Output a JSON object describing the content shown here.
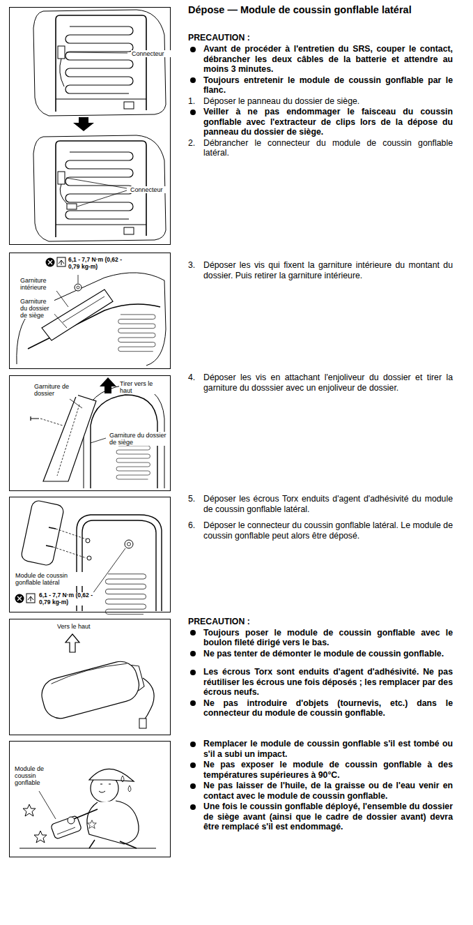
{
  "diagram": {
    "title": "Dépose — Module de coussin gonflable latéral",
    "nodes": [
      {
        "text": [
          "Connecteur",
          "Connecteur"
        ]
      },
      {
        "text": [
          "6,1 - 7,7 N·m (0,62 - 0,79 kg-m)",
          "Garniture intérieure",
          "Garniture du dossier de siège"
        ]
      },
      {
        "text": [
          "Garniture de dossier",
          "Tirer vers le haut",
          "Garniture du dossier de siège"
        ]
      },
      {
        "text": [
          "Module de coussin gonflable latéral",
          "6,1 - 7,7 N·m (0,62 - 0,79 kg-m)"
        ]
      },
      {
        "text": [
          "Vers le haut"
        ]
      },
      {
        "text": [
          "Module de coussin gonflable"
        ]
      }
    ],
    "labels": [
      "PRECAUTION :",
      "Avant de procéder à l'entretien du SRS, couper le contact, débrancher les deux câbles de la batterie et attendre au moins 3 minutes.",
      "Toujours entretenir le module de coussin gonflable par le flanc.",
      "1.",
      "Déposer le panneau du dossier de siège.",
      "Veiller à ne pas endommager le faisceau du coussin gonflable avec l'extracteur de clips lors de la dépose du panneau du dossier de siège.",
      "2.",
      "Débrancher le connecteur du module de coussin gonflable latéral.",
      "3.",
      "Déposer les vis qui fixent la garniture intérieure du montant du dossier. Puis retirer la garniture intérieure.",
      "4.",
      "Déposer les vis en attachant l'enjoliveur du dossier et tirer la garniture du dosssier avec un enjoliveur de dossier.",
      "5.",
      "Déposer les écrous Torx enduits d'agent d'adhésivité du module de coussin gonflable latéral.",
      "6.",
      "Déposer le connecteur du coussin gonflable latéral. Le module de coussin gonflable peut alors être déposé.",
      "PRECAUTION :",
      "Toujours poser le module de coussin gonflable avec le boulon fileté dirigé vers le bas.",
      "Ne pas tenter de démonter le module de coussin gonflable.",
      "Les écrous Torx sont enduits d'agent d'adhésivité. Ne pas réutiliser les écrous une fois déposés ; les remplacer par des écrous neufs.",
      "Ne pas introduire d'objets (tournevis, etc.) dans le connecteur du module de coussin gonflable.",
      "Remplacer le module de coussin gonflable s'il est tombé ou s'il a subi un impact.",
      "Ne pas exposer le module de coussin gonflable à des températures supérieures à 90°C.",
      "Ne pas laisser de l'huile, de la graisse ou de l'eau venir en contact avec le module de coussin gonflable.",
      "Une fois le coussin gonflable déployé, l'ensemble du dossier de siège avant (ainsi que le cadre de dossier avant) devra être remplacé s'il est endommagé."
    ]
  }
}
